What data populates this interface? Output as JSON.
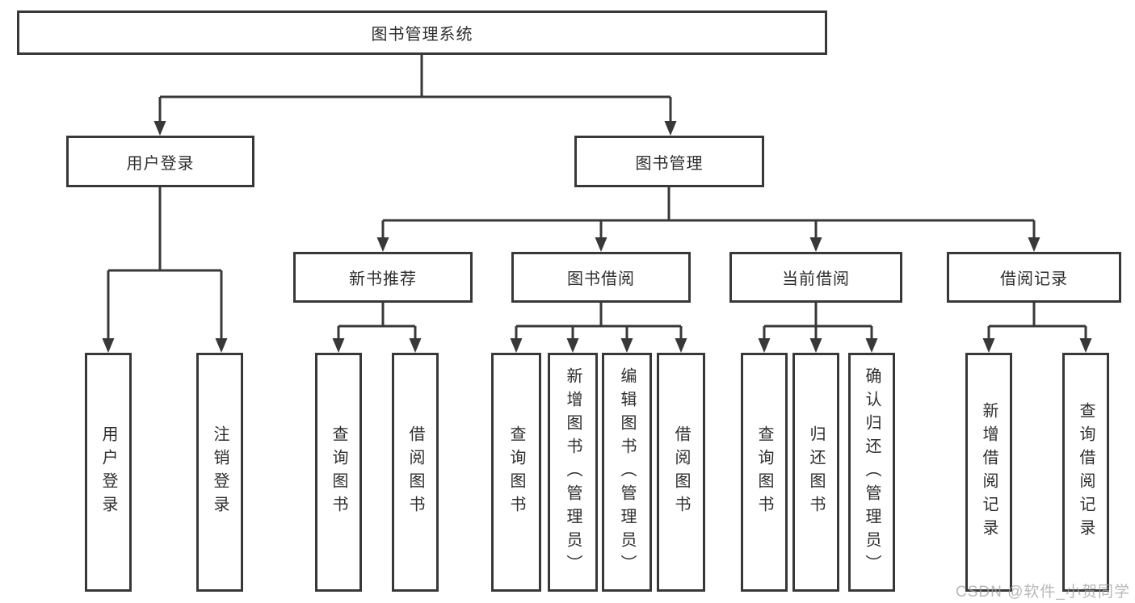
{
  "diagram": {
    "tree": {
      "label": "图书管理系统",
      "children": [
        {
          "label": "用户登录",
          "children": [
            {
              "label": "用户登录"
            },
            {
              "label": "注销登录"
            }
          ]
        },
        {
          "label": "图书管理",
          "children": [
            {
              "label": "新书推荐",
              "children": [
                {
                  "label": "查询图书"
                },
                {
                  "label": "借阅图书"
                }
              ]
            },
            {
              "label": "图书借阅",
              "children": [
                {
                  "label": "查询图书"
                },
                {
                  "label": "新增图书（管理员）"
                },
                {
                  "label": "编辑图书（管理员）"
                },
                {
                  "label": "借阅图书"
                }
              ]
            },
            {
              "label": "当前借阅",
              "children": [
                {
                  "label": "查询图书"
                },
                {
                  "label": "归还图书"
                },
                {
                  "label": "确认归还（管理员）"
                }
              ]
            },
            {
              "label": "借阅记录",
              "children": [
                {
                  "label": "新增借阅记录"
                },
                {
                  "label": "查询借阅记录"
                }
              ]
            }
          ]
        }
      ]
    },
    "colors": {
      "line": "#383838",
      "text": "#2e2e2e",
      "background": "#ffffff",
      "watermark_gray": "#a0a0a0"
    }
  },
  "watermark": {
    "text": "CSDN @软件_小贺同学"
  }
}
